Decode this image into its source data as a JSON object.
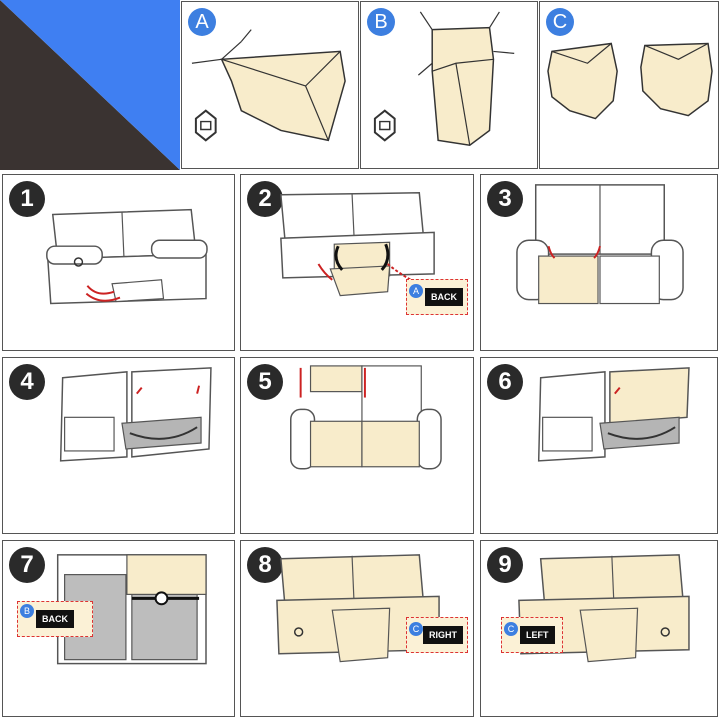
{
  "colors": {
    "dark": "#3a3331",
    "blue": "#3f7ff2",
    "cover": "#f8eccb",
    "outline": "#333333",
    "arrow": "#cc2222",
    "badge_blue": "#3d7fe0"
  },
  "pieces": {
    "a": {
      "letter": "A"
    },
    "b": {
      "letter": "B"
    },
    "c": {
      "letter": "C"
    }
  },
  "steps": [
    {
      "num": "1"
    },
    {
      "num": "2",
      "tag_letter": "A",
      "tag_text": "BACK"
    },
    {
      "num": "3"
    },
    {
      "num": "4"
    },
    {
      "num": "5"
    },
    {
      "num": "6"
    },
    {
      "num": "7",
      "tag_letter": "B",
      "tag_text": "BACK"
    },
    {
      "num": "8",
      "tag_letter": "C",
      "tag_text": "RIGHT"
    },
    {
      "num": "9",
      "tag_letter": "C",
      "tag_text": "LEFT"
    }
  ]
}
